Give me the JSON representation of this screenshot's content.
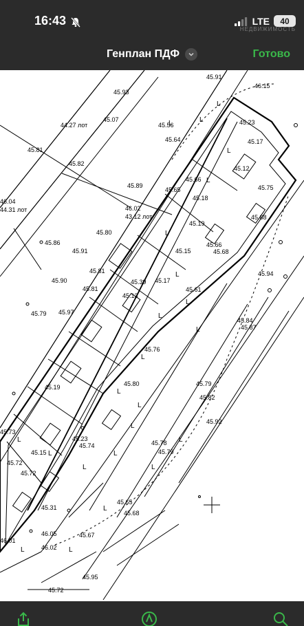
{
  "status": {
    "time": "16:43",
    "network": "LTE",
    "battery": "40",
    "watermark": "НЕДВИЖИМОСТЬ"
  },
  "nav": {
    "title": "Генплан ПДФ",
    "done_label": "Готово"
  },
  "colors": {
    "accent": "#3ab84a",
    "bar_bg": "#2b2b2b",
    "document_bg": "#ffffff"
  },
  "toolbar": {
    "icons": [
      "share-icon",
      "markup-icon",
      "search-icon"
    ]
  },
  "document": {
    "labels": [
      "45.91",
      "46.15",
      "45.93",
      "45.56",
      "45.07",
      "44.27 лот",
      "45.82",
      "45.81",
      "46.04",
      "44.31 лот",
      "46.02",
      "43.12 лот",
      "45.66",
      "45.64",
      "45.65",
      "45.89",
      "45.18",
      "45.19",
      "45.15",
      "45.86",
      "45.23",
      "45.17",
      "45.12",
      "45.75",
      "45.88",
      "45.66",
      "45.68",
      "45.80",
      "45.91",
      "45.81",
      "45.17",
      "45.39",
      "45.13",
      "45.81",
      "45.61",
      "45.87",
      "45.84",
      "45.97",
      "45.90",
      "45.79",
      "45.76",
      "45.80",
      "45.79",
      "45.82",
      "45.92",
      "45.78",
      "45.79",
      "45.23",
      "45.74",
      "45.72",
      "45.73",
      "45.19",
      "45.15",
      "45.72",
      "45.31",
      "45.65",
      "45.68",
      "46.05",
      "45.67",
      "46.01",
      "46.02",
      "45.95",
      "45.72",
      "45.94"
    ]
  }
}
